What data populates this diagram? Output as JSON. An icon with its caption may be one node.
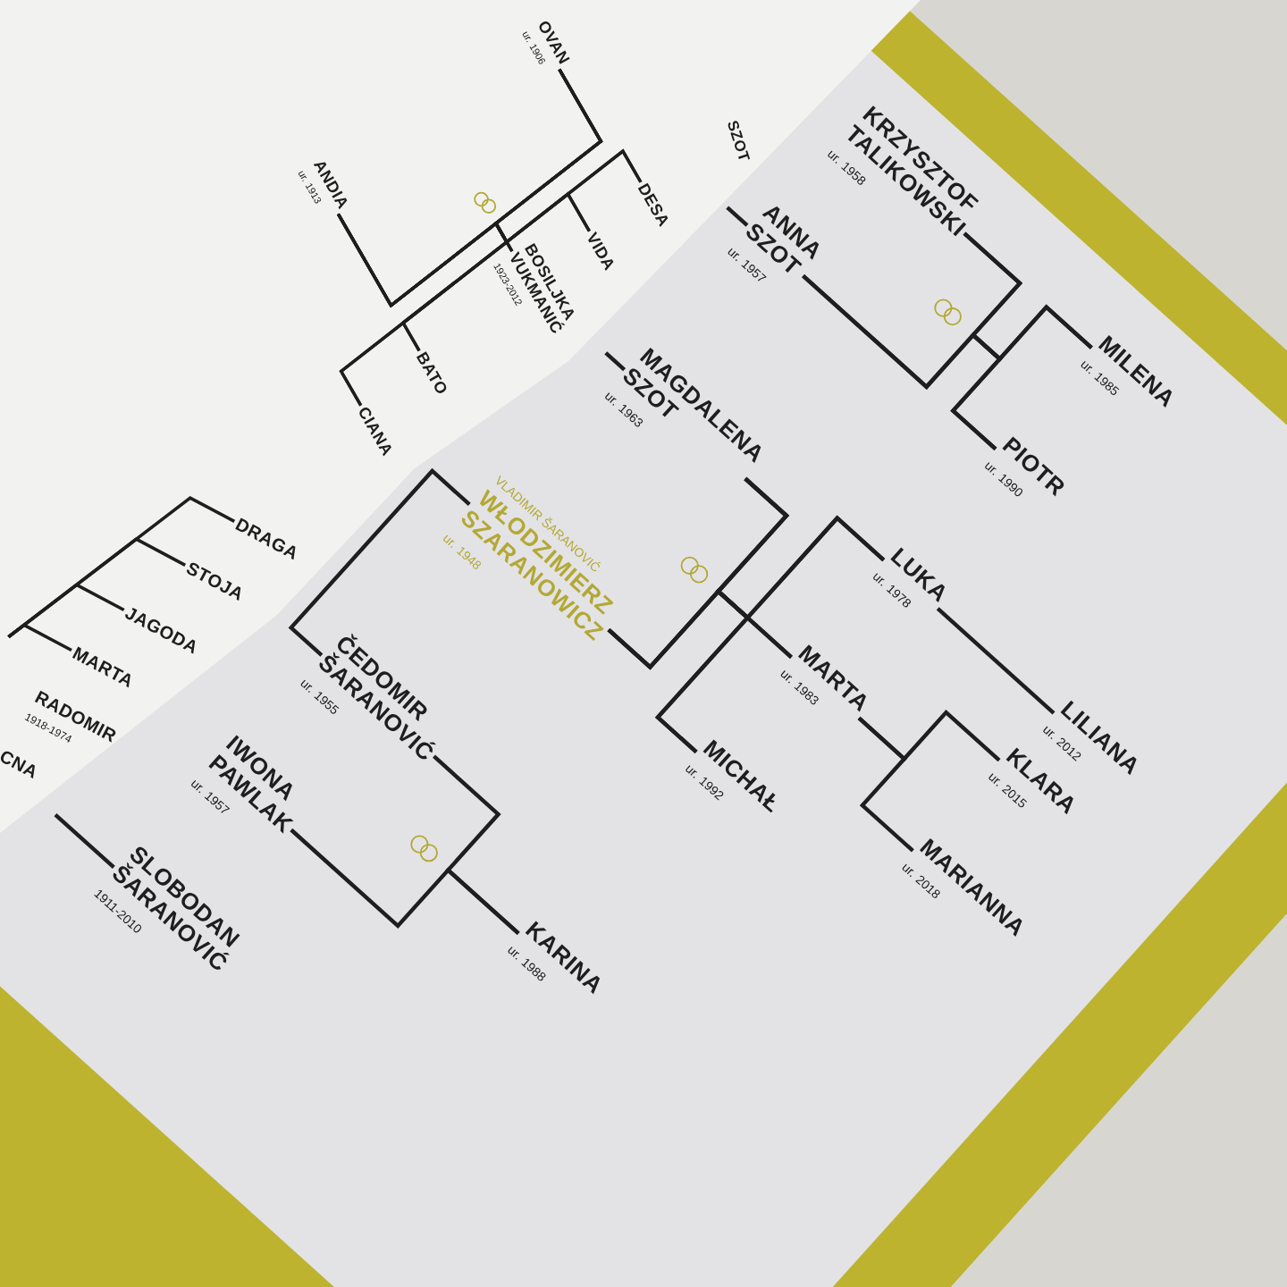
{
  "diagram": {
    "nodes": [
      {
        "text": [
          "OVAN",
          "ur. 1906"
        ]
      },
      {
        "text": [
          "ANDIA",
          "ur. 1913"
        ]
      },
      {
        "text": [
          "DESA"
        ]
      },
      {
        "text": [
          "VIDA"
        ]
      },
      {
        "text": [
          "BOSILJKA VUKMANIĆ",
          "1923-2012"
        ]
      },
      {
        "text": [
          "BATO"
        ]
      },
      {
        "text": [
          "CIANA"
        ]
      },
      {
        "text": [
          "SZOT"
        ]
      },
      {
        "text": [
          "DRAGA"
        ]
      },
      {
        "text": [
          "STOJA"
        ]
      },
      {
        "text": [
          "JAGODA"
        ]
      },
      {
        "text": [
          "MARTA"
        ]
      },
      {
        "text": [
          "RADOMIR",
          "1918-1974"
        ]
      },
      {
        "text": [
          "CNA"
        ]
      },
      {
        "text": [
          "KRZYSZTOF TALIKOWSKI",
          "ur. 1958"
        ]
      },
      {
        "text": [
          "ANNA SZOT",
          "ur. 1957"
        ]
      },
      {
        "text": [
          "MILENA",
          "ur. 1985"
        ]
      },
      {
        "text": [
          "PIOTR",
          "ur. 1990"
        ]
      },
      {
        "text": [
          "MAGDALENA SZOT",
          "ur. 1963"
        ]
      },
      {
        "text": [
          "VLADIMIR ŠARANOVIĆ",
          "WŁODZIMIERZ SZARANOWICZ",
          "ur. 1948"
        ]
      },
      {
        "text": [
          "LUKA",
          "ur. 1978"
        ]
      },
      {
        "text": [
          "MARTA",
          "ur. 1983"
        ]
      },
      {
        "text": [
          "MICHAŁ",
          "ur. 1992"
        ]
      },
      {
        "text": [
          "LILIANA",
          "ur. 2012"
        ]
      },
      {
        "text": [
          "KLARA",
          "ur. 2015"
        ]
      },
      {
        "text": [
          "MARIANNA",
          "ur. 2018"
        ]
      },
      {
        "text": [
          "ČEDOMIR ŠARANOVIĆ",
          "ur. 1955"
        ]
      },
      {
        "text": [
          "IWONA PAWLAK",
          "ur. 1957"
        ]
      },
      {
        "text": [
          "KARINA",
          "ur. 1988"
        ]
      },
      {
        "text": [
          "SLOBODAN ŠARANOVIĆ",
          "1911-2010"
        ]
      }
    ],
    "edges": [
      {
        "from": 0,
        "to": 2,
        "arrow": "none"
      },
      {
        "from": 0,
        "to": 3,
        "arrow": "none"
      },
      {
        "from": 0,
        "to": 4,
        "arrow": "none"
      },
      {
        "from": 0,
        "to": 5,
        "arrow": "none"
      },
      {
        "from": 0,
        "to": 6,
        "arrow": "none"
      },
      {
        "from": 1,
        "to": 2,
        "arrow": "none"
      },
      {
        "from": 1,
        "to": 3,
        "arrow": "none"
      },
      {
        "from": 1,
        "to": 4,
        "arrow": "none"
      },
      {
        "from": 1,
        "to": 5,
        "arrow": "none"
      },
      {
        "from": 1,
        "to": 6,
        "arrow": "none"
      },
      {
        "from": null,
        "to": 8,
        "arrow": "none"
      },
      {
        "from": null,
        "to": 9,
        "arrow": "none"
      },
      {
        "from": null,
        "to": 10,
        "arrow": "none"
      },
      {
        "from": null,
        "to": 11,
        "arrow": "none"
      },
      {
        "from": 14,
        "to": 16,
        "arrow": "none"
      },
      {
        "from": 14,
        "to": 17,
        "arrow": "none"
      },
      {
        "from": 15,
        "to": 16,
        "arrow": "none"
      },
      {
        "from": 15,
        "to": 17,
        "arrow": "none"
      },
      {
        "from": null,
        "to": 15,
        "arrow": "none"
      },
      {
        "from": null,
        "to": 18,
        "arrow": "none"
      },
      {
        "from": 18,
        "to": 20,
        "arrow": "none"
      },
      {
        "from": 18,
        "to": 21,
        "arrow": "none"
      },
      {
        "from": 18,
        "to": 22,
        "arrow": "none"
      },
      {
        "from": 19,
        "to": 20,
        "arrow": "none"
      },
      {
        "from": 19,
        "to": 21,
        "arrow": "none"
      },
      {
        "from": 19,
        "to": 22,
        "arrow": "none"
      },
      {
        "from": 20,
        "to": 23,
        "arrow": "none"
      },
      {
        "from": 21,
        "to": 24,
        "arrow": "none"
      },
      {
        "from": 21,
        "to": 25,
        "arrow": "none"
      },
      {
        "from": 19,
        "to": 26,
        "arrow": "none"
      },
      {
        "from": 26,
        "to": 28,
        "arrow": "none"
      },
      {
        "from": 27,
        "to": 28,
        "arrow": "none"
      },
      {
        "from": null,
        "to": 29,
        "arrow": "none"
      }
    ]
  }
}
